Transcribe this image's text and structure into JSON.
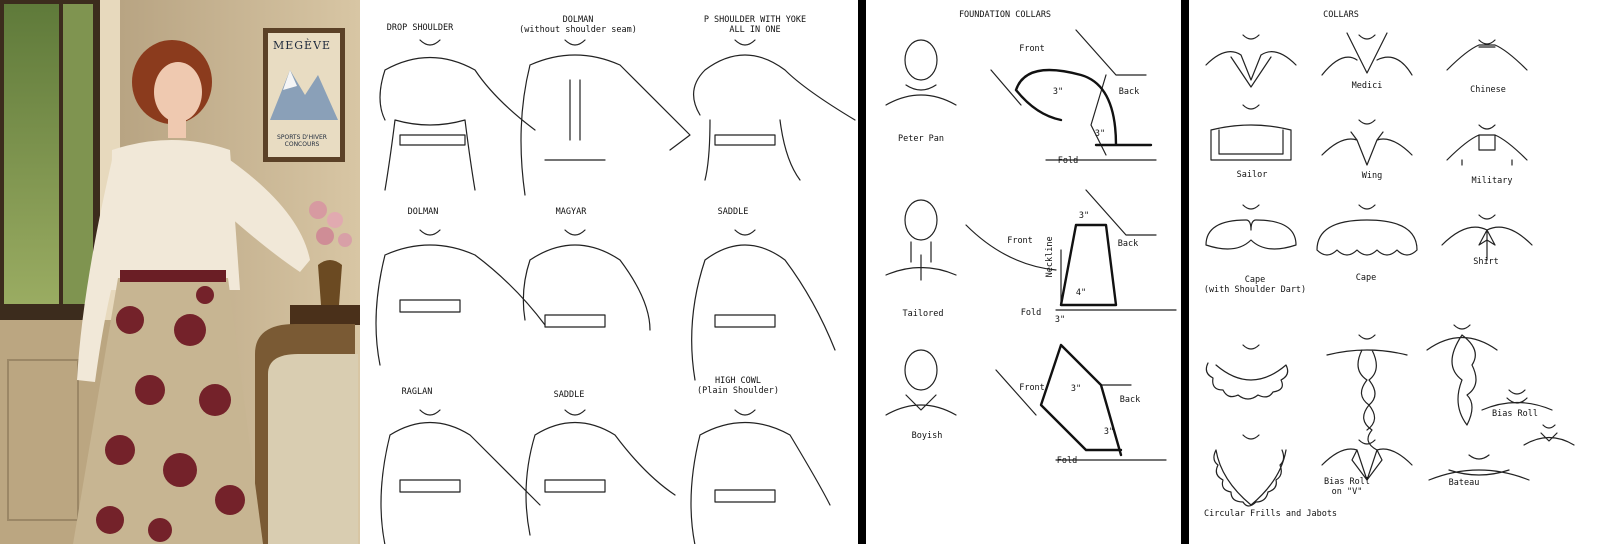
{
  "photo": {
    "poster_title": "MEGÈVE",
    "poster_line1": "SPORTS D'HIVER",
    "poster_line2": "CONCOURS"
  },
  "sleeves": {
    "labels": [
      "DROP SHOULDER",
      "DOLMAN\n(without shoulder seam)",
      "P SHOULDER WITH YOKE ALL IN ONE",
      "DOLMAN",
      "MAGYAR",
      "SADDLE",
      "RAGLAN",
      "SADDLE",
      "HIGH COWL\n(Plain Shoulder)"
    ]
  },
  "foundation": {
    "title": "FOUNDATION COLLARS",
    "styles": [
      "Peter Pan",
      "Tailored",
      "Boyish"
    ],
    "pattern1": {
      "front": "Front",
      "back": "Back",
      "fold": "Fold",
      "m1": "3\"",
      "m2": "3\""
    },
    "pattern2": {
      "front": "Front",
      "back": "Back",
      "fold": "Fold",
      "neckline": "Neckline",
      "top": "3\"",
      "bottom": "4\"",
      "side": "3\""
    },
    "pattern3": {
      "front": "Front",
      "back": "Back",
      "fold": "Fold",
      "m1": "3\"",
      "m2": "3\""
    }
  },
  "collars": {
    "title": "COLLARS",
    "labels": [
      "Medici",
      "Chinese",
      "Sailor",
      "Wing",
      "Military",
      "Cape\n(with Shoulder Dart)",
      "Cape",
      "Shirt",
      "Bias Roll",
      "Bias Roll\non \"V\"",
      "Bateau"
    ],
    "caption": "Circular Frills and Jabots"
  }
}
